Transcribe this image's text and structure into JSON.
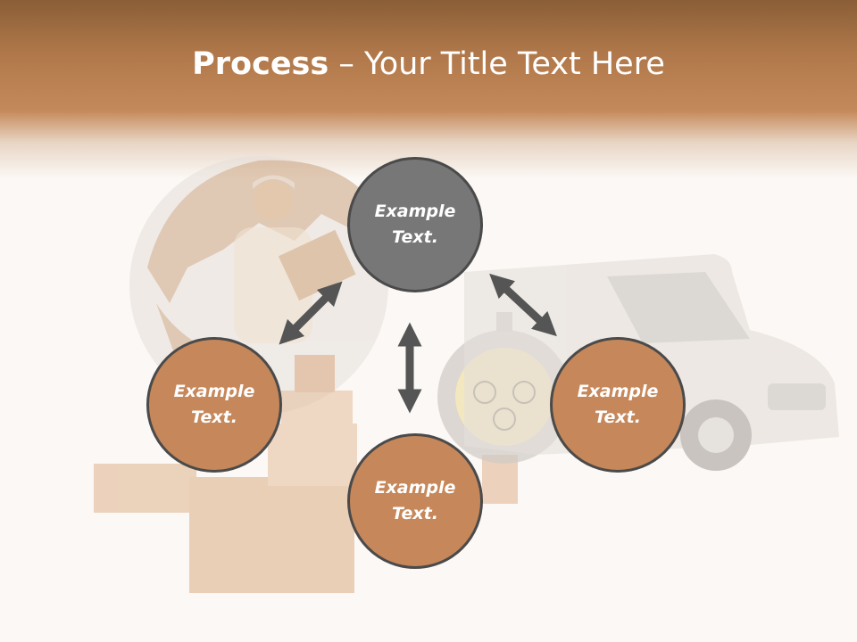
{
  "slide": {
    "title_bold": "Process",
    "title_rest": " – Your Title Text Here"
  },
  "nodes": {
    "top": "Example Text.",
    "left": "Example Text.",
    "right": "Example Text.",
    "bottom": "Example Text."
  },
  "colors": {
    "header": "#b0784a",
    "node_accent": "#c6875a",
    "node_center": "#777777",
    "arrow": "#555555"
  },
  "icons": [
    "globe-illustration",
    "courier-illustration",
    "box-stack-illustration",
    "stopwatch-illustration",
    "delivery-van-illustration",
    "double-arrow-icon"
  ]
}
